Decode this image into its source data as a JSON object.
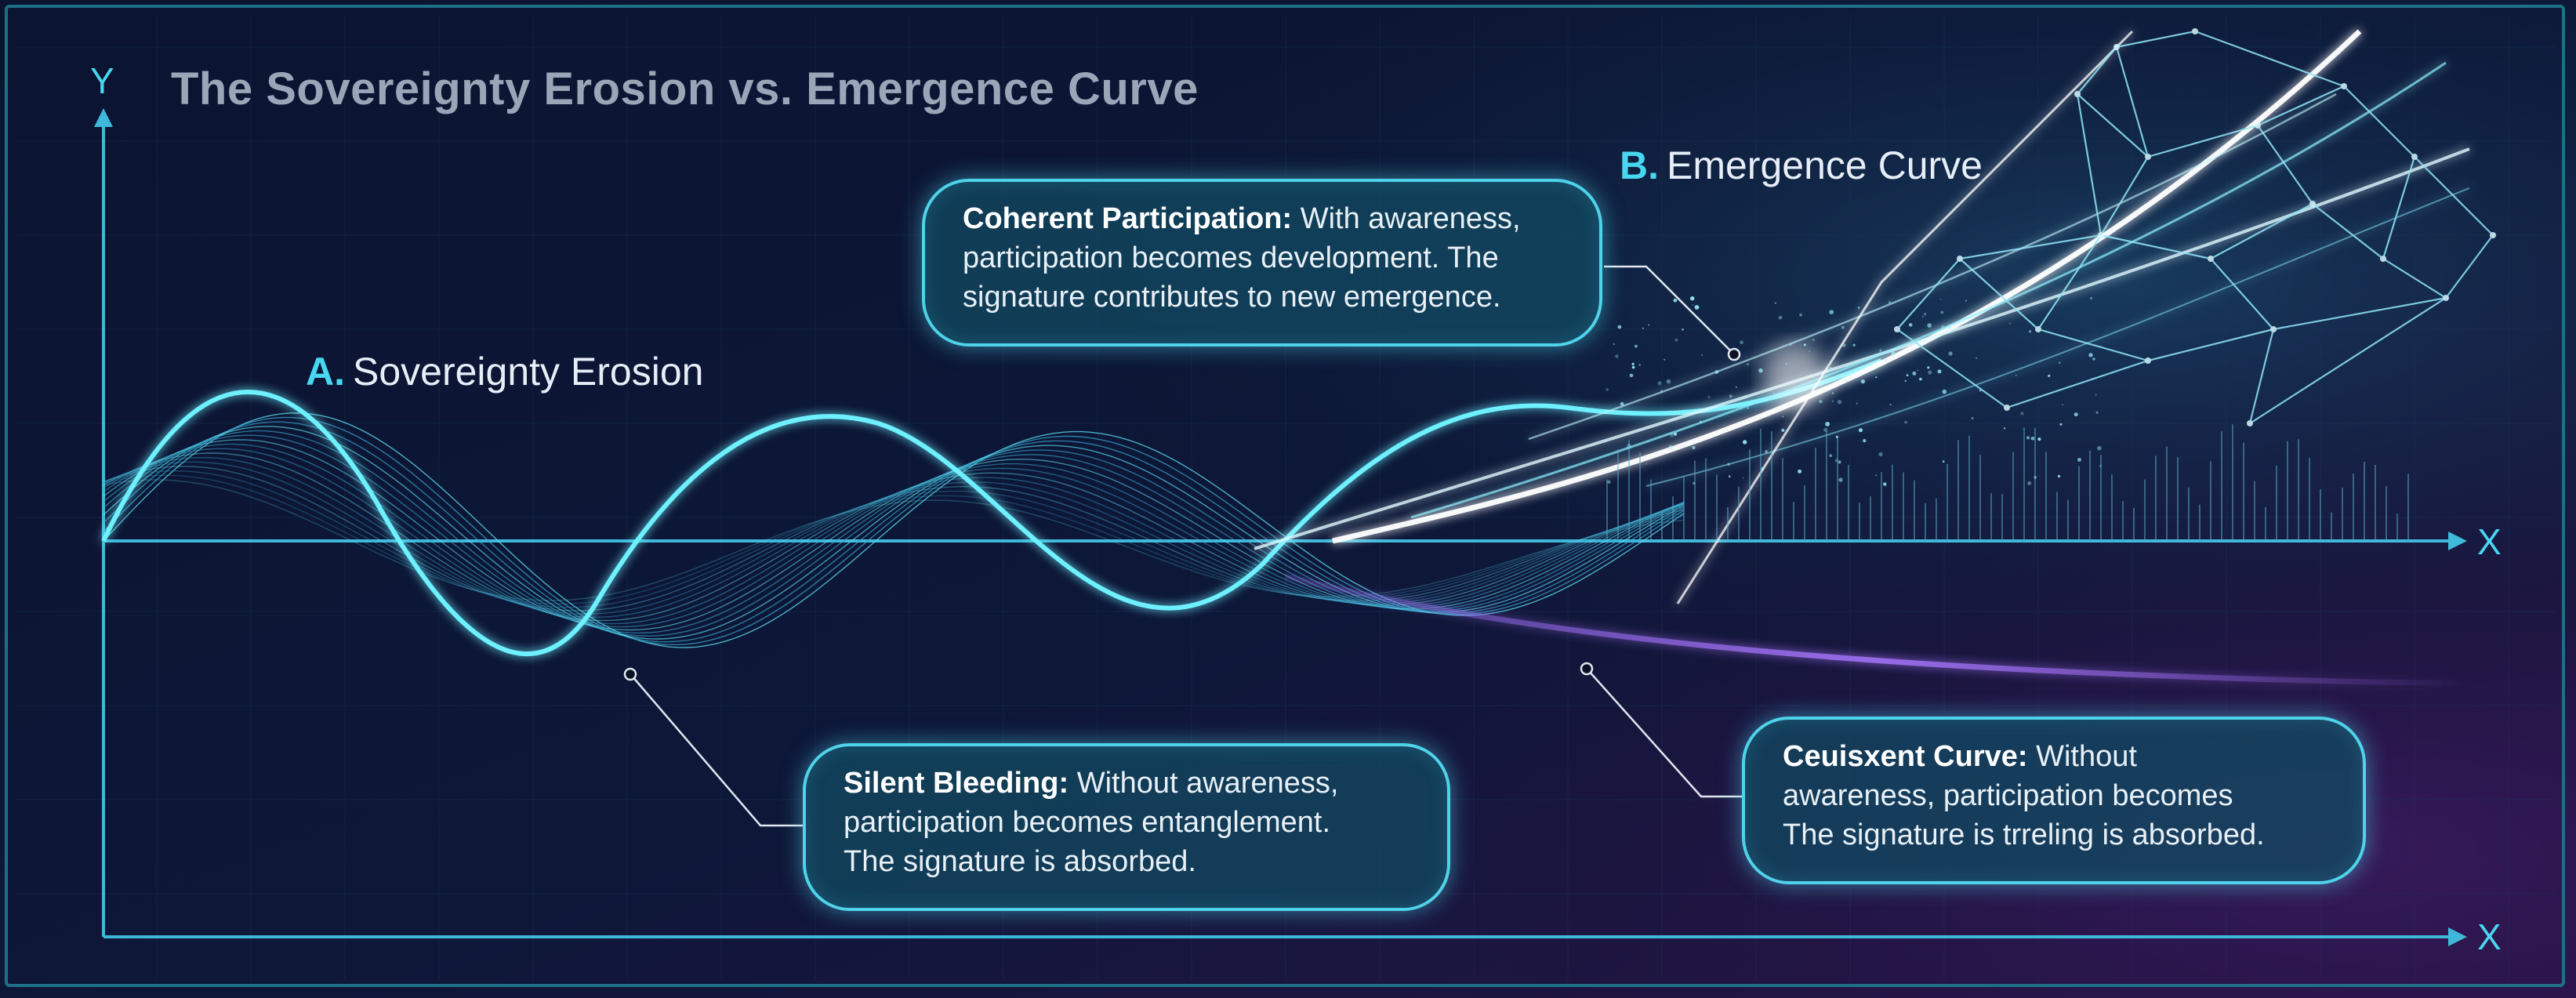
{
  "title": "The Sovereignty Erosion vs. Emergence Curve",
  "axes": {
    "y_label": "Y",
    "x_label_middle": "X",
    "x_label_bottom": "X"
  },
  "curves": {
    "a": {
      "letter": "A.",
      "name": "Sovereignty Erosion"
    },
    "b": {
      "letter": "B.",
      "name": "Emergence Curve"
    }
  },
  "callouts": {
    "coherent": {
      "title": "Coherent Participation:",
      "text_1": " With awareness,",
      "text_2": "participation becomes development. The",
      "text_3": "signature contributes to new emergence."
    },
    "silent": {
      "title": "Silent Bleeding:",
      "text_1": " Without awareness,",
      "text_2": "participation becomes entanglement.",
      "text_3": "The signature is absorbed."
    },
    "ceuisxent": {
      "title": "Ceuisxent Curve:",
      "text_1": " Without",
      "text_2": "awareness, participation becomes",
      "text_3": "The signature is trreling is absorbed."
    }
  },
  "colors": {
    "background": "#0a1024",
    "accent_cyan": "#48d7f0",
    "axis": "#3fb8da",
    "erosion_purple": "#9b6cf0",
    "emergence_white": "#ffffff"
  }
}
